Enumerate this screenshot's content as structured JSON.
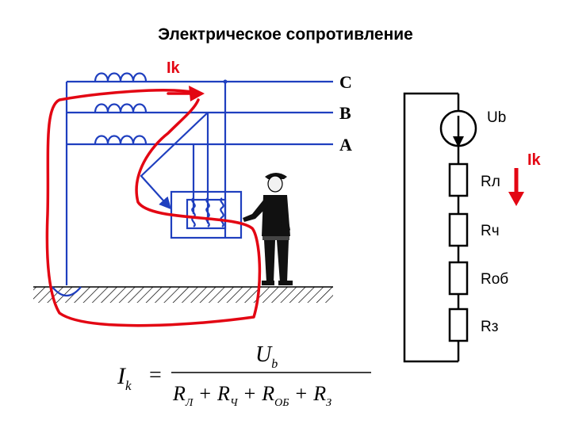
{
  "title": "Электрическое сопротивление",
  "current_label": "Ik",
  "phases": [
    "C",
    "B",
    "A"
  ],
  "circuit": {
    "source_label": "Ub",
    "current_label": "Ik",
    "resistors": [
      "Rл",
      "Rч",
      "Rоб",
      "Rз"
    ]
  },
  "formula": {
    "lhs_main": "I",
    "lhs_sub": "k",
    "equals": "=",
    "numerator_main": "U",
    "numerator_sub": "b",
    "den": [
      {
        "main": "R",
        "sub": "Л",
        "op": ""
      },
      {
        "main": "R",
        "sub": "Ч",
        "op": "+"
      },
      {
        "main": "R",
        "sub": "ОБ",
        "op": "+"
      },
      {
        "main": "R",
        "sub": "З",
        "op": "+"
      }
    ]
  },
  "colors": {
    "fault_path": "#e30613",
    "wires": "#1f3fbf",
    "ground_hatch": "#000000"
  }
}
